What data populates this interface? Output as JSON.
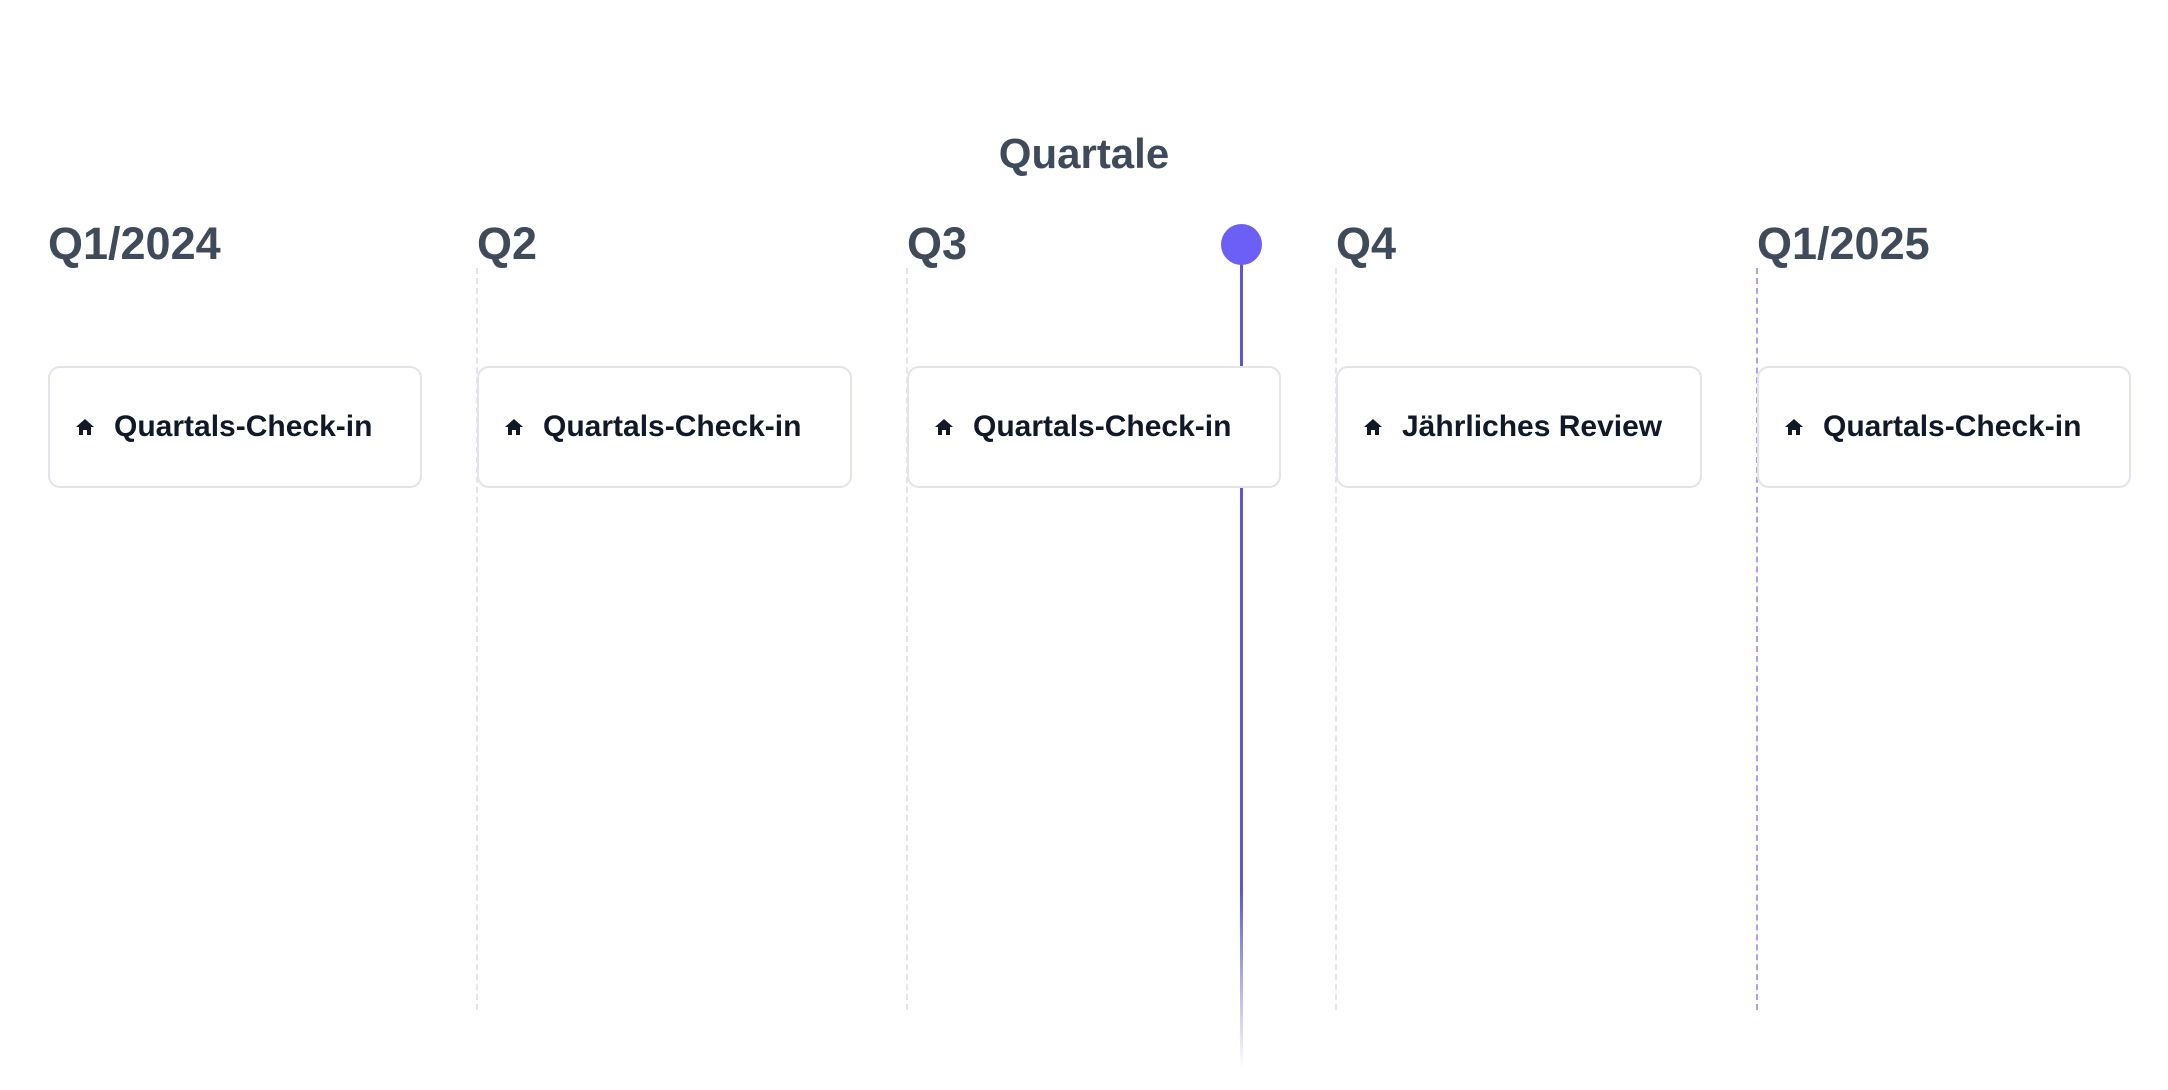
{
  "title": "Quartale",
  "accent_color": "#6c5ff5",
  "quarters": [
    {
      "label": "Q1/2024",
      "event": {
        "icon": "home-icon",
        "label": "Quartals-Check-in"
      }
    },
    {
      "label": "Q2",
      "event": {
        "icon": "home-icon",
        "label": "Quartals-Check-in"
      }
    },
    {
      "label": "Q3",
      "event": {
        "icon": "home-icon",
        "label": "Quartals-Check-in"
      }
    },
    {
      "label": "Q4",
      "event": {
        "icon": "home-icon",
        "label": "Jährliches Review"
      }
    },
    {
      "label": "Q1/2025",
      "event": {
        "icon": "home-icon",
        "label": "Quartals-Check-in"
      }
    }
  ]
}
